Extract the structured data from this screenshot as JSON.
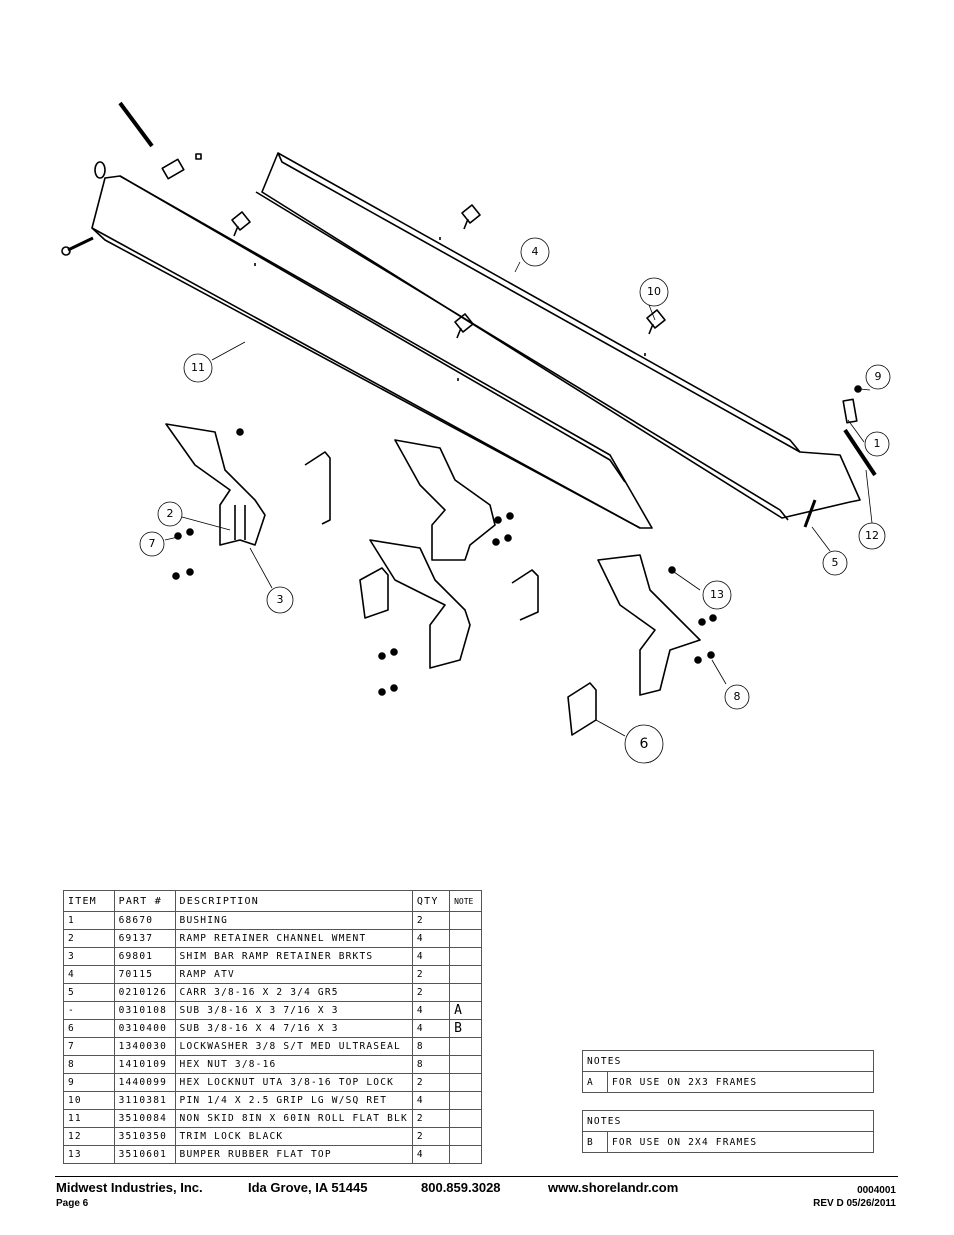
{
  "drawing": {
    "callouts": [
      "4",
      "10",
      "11",
      "9",
      "1",
      "12",
      "5",
      "2",
      "7",
      "3",
      "13",
      "8",
      "6"
    ]
  },
  "parts_table": {
    "headers": {
      "item": "ITEM",
      "part": "PART #",
      "description": "DESCRIPTION",
      "qty": "QTY",
      "note": "NOTE"
    },
    "rows": [
      {
        "item": "1",
        "part": "68670",
        "description": "BUSHING",
        "qty": "2",
        "note": ""
      },
      {
        "item": "2",
        "part": "69137",
        "description": "RAMP RETAINER CHANNEL WMENT",
        "qty": "4",
        "note": ""
      },
      {
        "item": "3",
        "part": "69801",
        "description": "SHIM BAR RAMP RETAINER BRKTS",
        "qty": "4",
        "note": ""
      },
      {
        "item": "4",
        "part": "70115",
        "description": "RAMP ATV",
        "qty": "2",
        "note": ""
      },
      {
        "item": "5",
        "part": "0210126",
        "description": "CARR 3/8-16 X 2 3/4 GR5",
        "qty": "2",
        "note": ""
      },
      {
        "item": "-",
        "part": "0310108",
        "description": "SUB 3/8-16 X 3 7/16 X 3",
        "qty": "4",
        "note": "A"
      },
      {
        "item": "6",
        "part": "0310400",
        "description": "SUB 3/8-16 X 4 7/16 X 3",
        "qty": "4",
        "note": "B"
      },
      {
        "item": "7",
        "part": "1340030",
        "description": "LOCKWASHER 3/8 S/T MED ULTRASEAL",
        "qty": "8",
        "note": ""
      },
      {
        "item": "8",
        "part": "1410109",
        "description": "HEX NUT 3/8-16",
        "qty": "8",
        "note": ""
      },
      {
        "item": "9",
        "part": "1440099",
        "description": "HEX LOCKNUT UTA 3/8-16 TOP LOCK",
        "qty": "2",
        "note": ""
      },
      {
        "item": "10",
        "part": "3110381",
        "description": "PIN 1/4 X 2.5 GRIP LG W/SQ RET",
        "qty": "4",
        "note": ""
      },
      {
        "item": "11",
        "part": "3510084",
        "description": "NON SKID 8IN X 60IN ROLL FLAT BLK",
        "qty": "2",
        "note": ""
      },
      {
        "item": "12",
        "part": "3510350",
        "description": "TRIM LOCK BLACK",
        "qty": "2",
        "note": ""
      },
      {
        "item": "13",
        "part": "3510601",
        "description": "BUMPER RUBBER FLAT TOP",
        "qty": "4",
        "note": ""
      }
    ]
  },
  "notes": [
    {
      "header": "NOTES",
      "key": "A",
      "text": "FOR USE ON 2X3 FRAMES"
    },
    {
      "header": "NOTES",
      "key": "B",
      "text": "FOR USE ON 2X4 FRAMES"
    }
  ],
  "footer": {
    "company": "Midwest Industries, Inc.",
    "city": "Ida Grove, IA  51445",
    "phone": "800.859.3028",
    "website": "www.shorelandr.com",
    "page": "Page 6",
    "doc_number": "0004001",
    "revision": "REV D  05/26/2011"
  }
}
